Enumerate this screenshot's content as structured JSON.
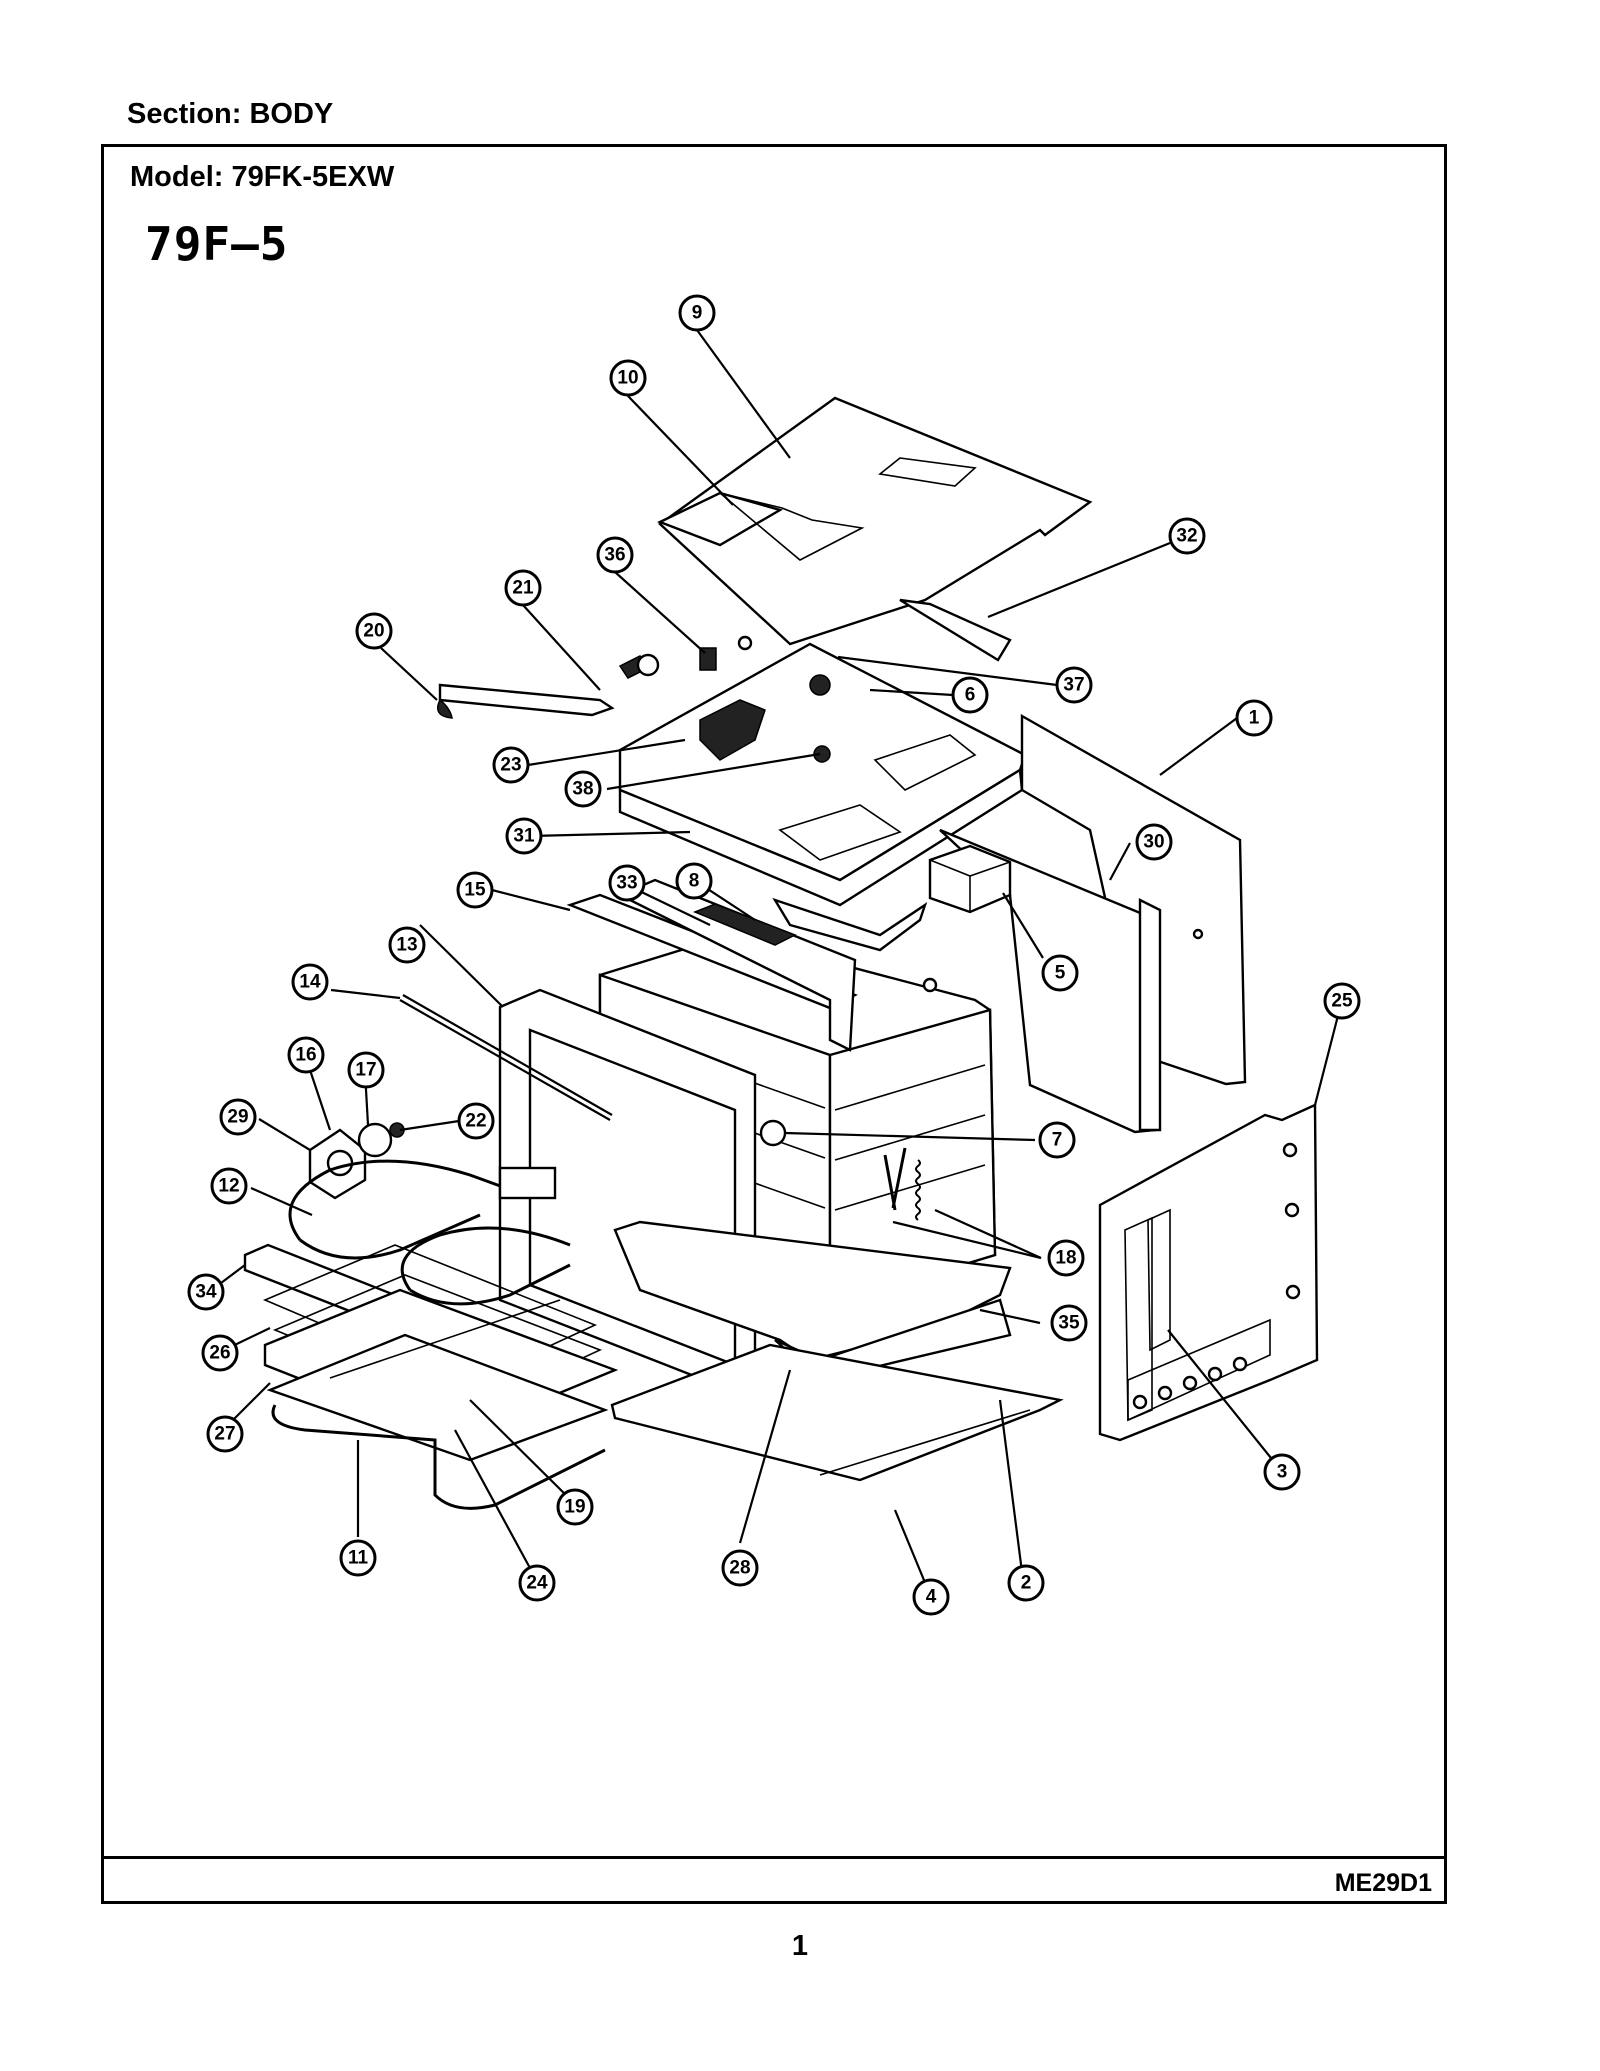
{
  "header": {
    "section": "Section:  BODY"
  },
  "model": {
    "label": "Model:  79FK-5EXW",
    "big": "79F–5"
  },
  "footer": {
    "code": "ME29D1",
    "page": "1"
  },
  "callouts": [
    {
      "id": "c9",
      "label": "9"
    },
    {
      "id": "c10",
      "label": "10"
    },
    {
      "id": "c32",
      "label": "32"
    },
    {
      "id": "c36",
      "label": "36"
    },
    {
      "id": "c21",
      "label": "21"
    },
    {
      "id": "c20",
      "label": "20"
    },
    {
      "id": "c37",
      "label": "37"
    },
    {
      "id": "c6",
      "label": "6"
    },
    {
      "id": "c1",
      "label": "1"
    },
    {
      "id": "c23",
      "label": "23"
    },
    {
      "id": "c38",
      "label": "38"
    },
    {
      "id": "c31",
      "label": "31"
    },
    {
      "id": "c30",
      "label": "30"
    },
    {
      "id": "c15",
      "label": "15"
    },
    {
      "id": "c33",
      "label": "33"
    },
    {
      "id": "c8",
      "label": "8"
    },
    {
      "id": "c13",
      "label": "13"
    },
    {
      "id": "c5",
      "label": "5"
    },
    {
      "id": "c14",
      "label": "14"
    },
    {
      "id": "c25",
      "label": "25"
    },
    {
      "id": "c16",
      "label": "16"
    },
    {
      "id": "c17",
      "label": "17"
    },
    {
      "id": "c29",
      "label": "29"
    },
    {
      "id": "c22",
      "label": "22"
    },
    {
      "id": "c7",
      "label": "7"
    },
    {
      "id": "c12",
      "label": "12"
    },
    {
      "id": "c18",
      "label": "18"
    },
    {
      "id": "c34",
      "label": "34"
    },
    {
      "id": "c35",
      "label": "35"
    },
    {
      "id": "c26",
      "label": "26"
    },
    {
      "id": "c27",
      "label": "27"
    },
    {
      "id": "c3",
      "label": "3"
    },
    {
      "id": "c19",
      "label": "19"
    },
    {
      "id": "c11",
      "label": "11"
    },
    {
      "id": "c28",
      "label": "28"
    },
    {
      "id": "c24",
      "label": "24"
    },
    {
      "id": "c4",
      "label": "4"
    },
    {
      "id": "c2",
      "label": "2"
    }
  ]
}
